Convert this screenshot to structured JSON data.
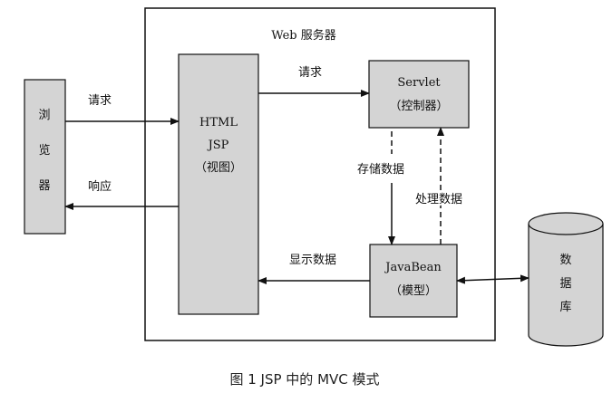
{
  "server": {
    "title": "Web 服务器"
  },
  "browser": {
    "chars": [
      "浏",
      "览",
      "器"
    ]
  },
  "view": {
    "line1": "HTML",
    "line2": "JSP",
    "line3": "（视图）"
  },
  "controller": {
    "line1": "Servlet",
    "line2": "（控制器）"
  },
  "model": {
    "line1": "JavaBean",
    "line2": "（模型）"
  },
  "database": {
    "chars": [
      "数",
      "据",
      "库"
    ]
  },
  "arrows": {
    "browser_request": "请求",
    "browser_response": "响应",
    "view_request": "请求",
    "store_data": "存储数据",
    "process_data": "处理数据",
    "display_data": "显示数据"
  },
  "caption": "图 1  JSP 中的 MVC 模式",
  "colors": {
    "box_fill": "#d4d4d4",
    "stroke": "#111111"
  }
}
